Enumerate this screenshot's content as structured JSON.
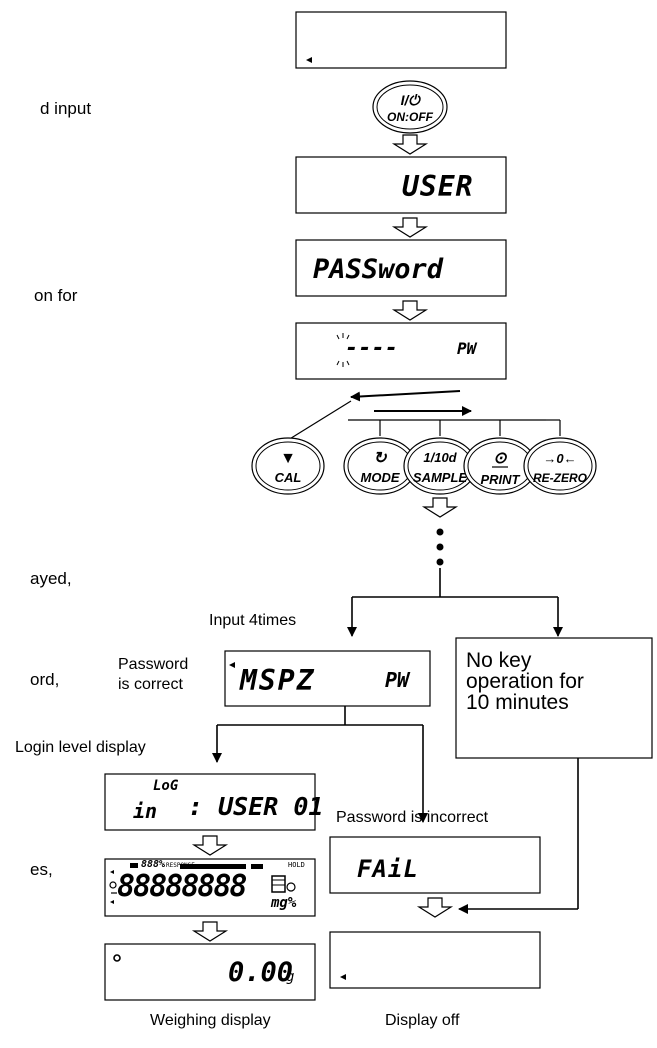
{
  "left_fragments": [
    "d input",
    "on for",
    "ayed,",
    "ord,",
    "es,"
  ],
  "buttons": {
    "onoff": {
      "top": "I/⏻",
      "bottom": "ON:OFF"
    },
    "cal": {
      "symbol": "▼",
      "label": "CAL"
    },
    "mode": {
      "symbol": "↻",
      "label": "MODE"
    },
    "sample": {
      "top": "1/10d",
      "label": "SAMPLE"
    },
    "print": {
      "symbol": "⊙",
      "label": "PRINT"
    },
    "rezero": {
      "symbol": "→0←",
      "label": "RE-ZERO"
    }
  },
  "displays": {
    "user": "USER",
    "password": "PASSword",
    "pw_dashes": "----",
    "pw_tag": "PW",
    "pw_input": "MSPZ",
    "login_top": "LoG",
    "login_bottom": "in",
    "login_user": ": USER 01",
    "fail": "FAiL",
    "weighing": "0.00",
    "weighing_unit": "g",
    "full_digits": "88888888",
    "full_pct": "888%",
    "full_response": "RESPONSE",
    "full_hold": "HOLD",
    "full_unit": "mg%"
  },
  "labels": {
    "input_4times": "Input 4times",
    "password_correct_1": "Password",
    "password_correct_2": "is correct",
    "login_level": "Login level display",
    "password_incorrect": "Password is incorrect",
    "no_key_op": "No key\noperation for\n10 minutes",
    "weighing_display": "Weighing display",
    "display_off": "Display off"
  },
  "colors": {
    "line": "#000000",
    "background": "#ffffff"
  }
}
